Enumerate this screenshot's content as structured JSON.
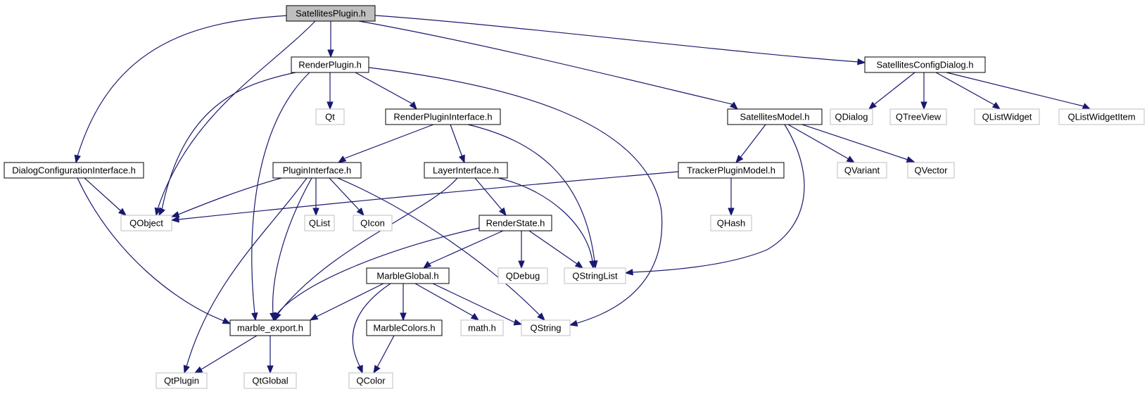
{
  "diagram": {
    "colors": {
      "edge": "#191970",
      "root_fill": "#bfbfbf",
      "local_border": "#000000",
      "external_border": "#bfbfbf"
    },
    "nodes": [
      {
        "id": "satplugin",
        "label": "SatellitesPlugin.h",
        "kind": "root"
      },
      {
        "id": "renderplugin",
        "label": "RenderPlugin.h",
        "kind": "local"
      },
      {
        "id": "satconfig",
        "label": "SatellitesConfigDialog.h",
        "kind": "local"
      },
      {
        "id": "qt",
        "label": "Qt",
        "kind": "external"
      },
      {
        "id": "rpi",
        "label": "RenderPluginInterface.h",
        "kind": "local"
      },
      {
        "id": "satmodel",
        "label": "SatellitesModel.h",
        "kind": "local"
      },
      {
        "id": "qdialog",
        "label": "QDialog",
        "kind": "external"
      },
      {
        "id": "qtreeview",
        "label": "QTreeView",
        "kind": "external"
      },
      {
        "id": "qlistwidget",
        "label": "QListWidget",
        "kind": "external"
      },
      {
        "id": "qlwi",
        "label": "QListWidgetItem",
        "kind": "external"
      },
      {
        "id": "dci",
        "label": "DialogConfigurationInterface.h",
        "kind": "local"
      },
      {
        "id": "plugini",
        "label": "PluginInterface.h",
        "kind": "local"
      },
      {
        "id": "layeri",
        "label": "LayerInterface.h",
        "kind": "local"
      },
      {
        "id": "tpm",
        "label": "TrackerPluginModel.h",
        "kind": "local"
      },
      {
        "id": "qvariant",
        "label": "QVariant",
        "kind": "external"
      },
      {
        "id": "qvector",
        "label": "QVector",
        "kind": "external"
      },
      {
        "id": "qobject",
        "label": "QObject",
        "kind": "external"
      },
      {
        "id": "qlist",
        "label": "QList",
        "kind": "external"
      },
      {
        "id": "qicon",
        "label": "QIcon",
        "kind": "external"
      },
      {
        "id": "renderstate",
        "label": "RenderState.h",
        "kind": "local"
      },
      {
        "id": "qhash",
        "label": "QHash",
        "kind": "external"
      },
      {
        "id": "marbleglobal",
        "label": "MarbleGlobal.h",
        "kind": "local"
      },
      {
        "id": "qdebug",
        "label": "QDebug",
        "kind": "external"
      },
      {
        "id": "qstringlist",
        "label": "QStringList",
        "kind": "external"
      },
      {
        "id": "marbleexport",
        "label": "marble_export.h",
        "kind": "local"
      },
      {
        "id": "marblecolors",
        "label": "MarbleColors.h",
        "kind": "local"
      },
      {
        "id": "mathh",
        "label": "math.h",
        "kind": "external"
      },
      {
        "id": "qstring",
        "label": "QString",
        "kind": "external"
      },
      {
        "id": "qtplugin",
        "label": "QtPlugin",
        "kind": "external"
      },
      {
        "id": "qtglobal",
        "label": "QtGlobal",
        "kind": "external"
      },
      {
        "id": "qcolor",
        "label": "QColor",
        "kind": "external"
      }
    ],
    "edges": [
      {
        "from": "satplugin",
        "to": "renderplugin"
      },
      {
        "from": "satplugin",
        "to": "satconfig"
      },
      {
        "from": "satplugin",
        "to": "satmodel"
      },
      {
        "from": "satplugin",
        "to": "dci"
      },
      {
        "from": "satplugin",
        "to": "qobject"
      },
      {
        "from": "renderplugin",
        "to": "qt"
      },
      {
        "from": "renderplugin",
        "to": "rpi"
      },
      {
        "from": "renderplugin",
        "to": "qobject"
      },
      {
        "from": "renderplugin",
        "to": "marbleexport"
      },
      {
        "from": "renderplugin",
        "to": "qstring"
      },
      {
        "from": "satconfig",
        "to": "qdialog"
      },
      {
        "from": "satconfig",
        "to": "qtreeview"
      },
      {
        "from": "satconfig",
        "to": "qlistwidget"
      },
      {
        "from": "satconfig",
        "to": "qlwi"
      },
      {
        "from": "rpi",
        "to": "plugini"
      },
      {
        "from": "rpi",
        "to": "layeri"
      },
      {
        "from": "rpi",
        "to": "qstringlist"
      },
      {
        "from": "satmodel",
        "to": "tpm"
      },
      {
        "from": "satmodel",
        "to": "qvariant"
      },
      {
        "from": "satmodel",
        "to": "qvector"
      },
      {
        "from": "satmodel",
        "to": "qstringlist"
      },
      {
        "from": "dci",
        "to": "qobject"
      },
      {
        "from": "dci",
        "to": "marbleexport"
      },
      {
        "from": "plugini",
        "to": "qobject"
      },
      {
        "from": "plugini",
        "to": "qlist"
      },
      {
        "from": "plugini",
        "to": "qicon"
      },
      {
        "from": "plugini",
        "to": "qtplugin"
      },
      {
        "from": "plugini",
        "to": "marbleexport"
      },
      {
        "from": "plugini",
        "to": "qstring"
      },
      {
        "from": "layeri",
        "to": "renderstate"
      },
      {
        "from": "layeri",
        "to": "qstringlist"
      },
      {
        "from": "layeri",
        "to": "marbleexport"
      },
      {
        "from": "tpm",
        "to": "qobject"
      },
      {
        "from": "tpm",
        "to": "qhash"
      },
      {
        "from": "renderstate",
        "to": "marbleglobal"
      },
      {
        "from": "renderstate",
        "to": "qdebug"
      },
      {
        "from": "renderstate",
        "to": "qstringlist"
      },
      {
        "from": "renderstate",
        "to": "marbleexport"
      },
      {
        "from": "marbleglobal",
        "to": "marbleexport"
      },
      {
        "from": "marbleglobal",
        "to": "marblecolors"
      },
      {
        "from": "marbleglobal",
        "to": "mathh"
      },
      {
        "from": "marbleglobal",
        "to": "qstring"
      },
      {
        "from": "marbleglobal",
        "to": "qcolor"
      },
      {
        "from": "marblecolors",
        "to": "qcolor"
      },
      {
        "from": "marbleexport",
        "to": "qtplugin"
      },
      {
        "from": "marbleexport",
        "to": "qtglobal"
      }
    ]
  }
}
